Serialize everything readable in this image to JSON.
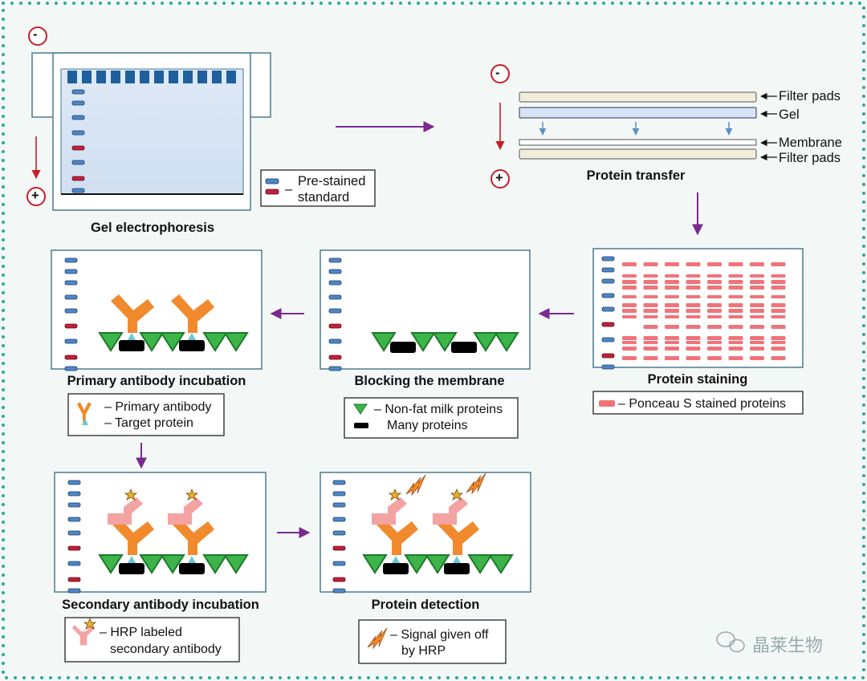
{
  "gel": {
    "title": "Gel electrophoresis",
    "neg": "-",
    "pos": "+",
    "legend": {
      "dash": "–",
      "line1": "Pre-stained",
      "line2": "standard"
    }
  },
  "transfer": {
    "title": "Protein transfer",
    "neg": "-",
    "pos": "+",
    "labels": {
      "filter_top": "Filter pads",
      "gel": "Gel",
      "membrane": "Membrane",
      "filter_bottom": "Filter pads"
    }
  },
  "staining": {
    "title": "Protein staining",
    "legend": "– Ponceau S stained proteins"
  },
  "blocking": {
    "title": "Blocking the membrane",
    "legend": {
      "line1": "– Non-fat milk proteins",
      "line2": "Many proteins"
    }
  },
  "primary": {
    "title": "Primary antibody incubation",
    "legend": {
      "line1": "– Primary antibody",
      "line2": "– Target protein"
    }
  },
  "secondary": {
    "title": "Secondary antibody incubation",
    "legend": {
      "line1": "– HRP labeled",
      "line2": "secondary antibody"
    }
  },
  "detection": {
    "title": "Protein detection",
    "legend": {
      "line1": "– Signal given off",
      "line2": "by HRP"
    }
  },
  "watermark": "晶莱生物",
  "colors": {
    "border_dots": "#2aa89a",
    "panel_border": "#4a7a8c",
    "ladder_blue": "#4f86c6",
    "ladder_red": "#c0203a",
    "ponceau": "#f0737a",
    "milk": "#3cb44a",
    "antibody_primary": "#f08a2c",
    "antibody_secondary": "#f4a3a3",
    "target": "#6ac6d8",
    "arrow_purple": "#7a2a8f",
    "arrow_red": "#c81e28"
  }
}
